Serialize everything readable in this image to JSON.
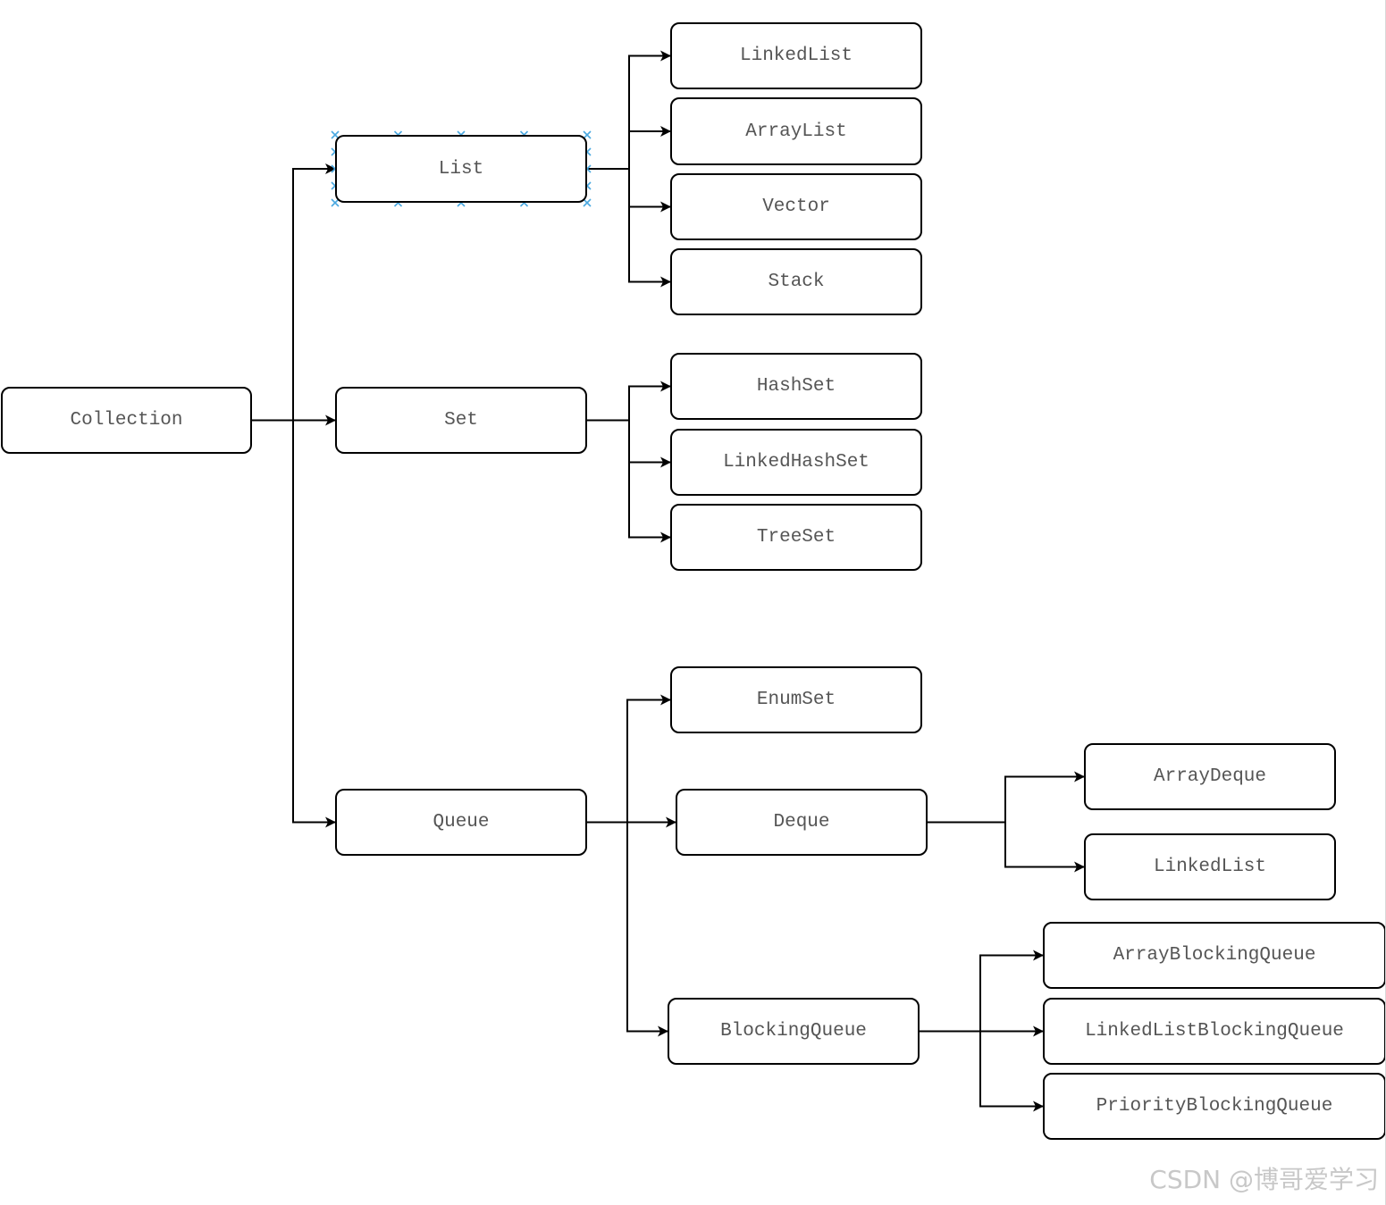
{
  "diagram": {
    "root": "Collection",
    "interfaces": {
      "list": "List",
      "set": "Set",
      "queue": "Queue",
      "deque": "Deque",
      "blocking_queue": "BlockingQueue"
    },
    "list_impls": [
      "LinkedList",
      "ArrayList",
      "Vector",
      "Stack"
    ],
    "set_impls": [
      "HashSet",
      "LinkedHashSet",
      "TreeSet"
    ],
    "queue_impls": [
      "EnumSet"
    ],
    "deque_impls": [
      "ArrayDeque",
      "LinkedList"
    ],
    "blocking_queue_impls": [
      "ArrayBlockingQueue",
      "LinkedListBlockingQueue",
      "PriorityBlockingQueue"
    ],
    "edges": [
      [
        "collection",
        "list"
      ],
      [
        "collection",
        "set"
      ],
      [
        "collection",
        "queue"
      ],
      [
        "list",
        "linkedlist"
      ],
      [
        "list",
        "arraylist"
      ],
      [
        "list",
        "vector"
      ],
      [
        "list",
        "stack"
      ],
      [
        "set",
        "hashset"
      ],
      [
        "set",
        "linkedhashset"
      ],
      [
        "set",
        "treeset"
      ],
      [
        "queue",
        "enumset"
      ],
      [
        "queue",
        "deque"
      ],
      [
        "queue",
        "blockingqueue"
      ],
      [
        "deque",
        "arraydeque"
      ],
      [
        "deque",
        "linkedlist-2"
      ],
      [
        "blockingqueue",
        "arrayblockingqueue"
      ],
      [
        "blockingqueue",
        "linkedlistblockingqueue"
      ],
      [
        "blockingqueue",
        "priorityblockingqueue"
      ]
    ],
    "selected_node": "list"
  },
  "colors": {
    "stroke": "#000000",
    "text": "#555555",
    "selection_handle": "#4aa8e0",
    "watermark": "#c8c8c8"
  },
  "watermark": "CSDN @博哥爱学习"
}
